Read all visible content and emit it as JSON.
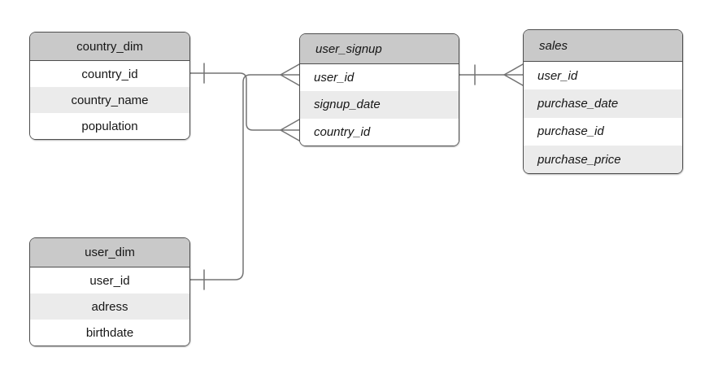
{
  "canvas": {
    "background": "#ffffff",
    "colors": {
      "header_fill": "#c9c9c9",
      "alt_row_fill": "#ebebeb",
      "row_fill": "#ffffff",
      "table_border": "#4e4e4e",
      "connector": "#737373",
      "text": "#161616"
    }
  },
  "tables": [
    {
      "title": "country_dim",
      "fields": [
        "country_id",
        "country_name",
        "population"
      ]
    },
    {
      "title": "user_dim",
      "fields": [
        "user_id",
        "adress",
        "birthdate"
      ]
    },
    {
      "title": "user_signup",
      "fields": [
        "user_id",
        "signup_date",
        "country_id"
      ]
    },
    {
      "title": "sales",
      "fields": [
        "user_id",
        "purchase_date",
        "purchase_id",
        "purchase_price"
      ]
    }
  ],
  "relationships": [
    {
      "from_table": "country_dim",
      "from_field": "country_id",
      "to_table": "user_signup",
      "to_field": "country_id",
      "from_cardinality": "one",
      "to_cardinality": "many",
      "notation": "crow-foot"
    },
    {
      "from_table": "user_dim",
      "from_field": "user_id",
      "to_table": "user_signup",
      "to_field": "user_id",
      "from_cardinality": "one",
      "to_cardinality": "many",
      "notation": "crow-foot"
    },
    {
      "from_table": "user_signup",
      "from_field": "user_id",
      "to_table": "sales",
      "to_field": "user_id",
      "from_cardinality": "one",
      "to_cardinality": "many",
      "notation": "crow-foot"
    }
  ]
}
